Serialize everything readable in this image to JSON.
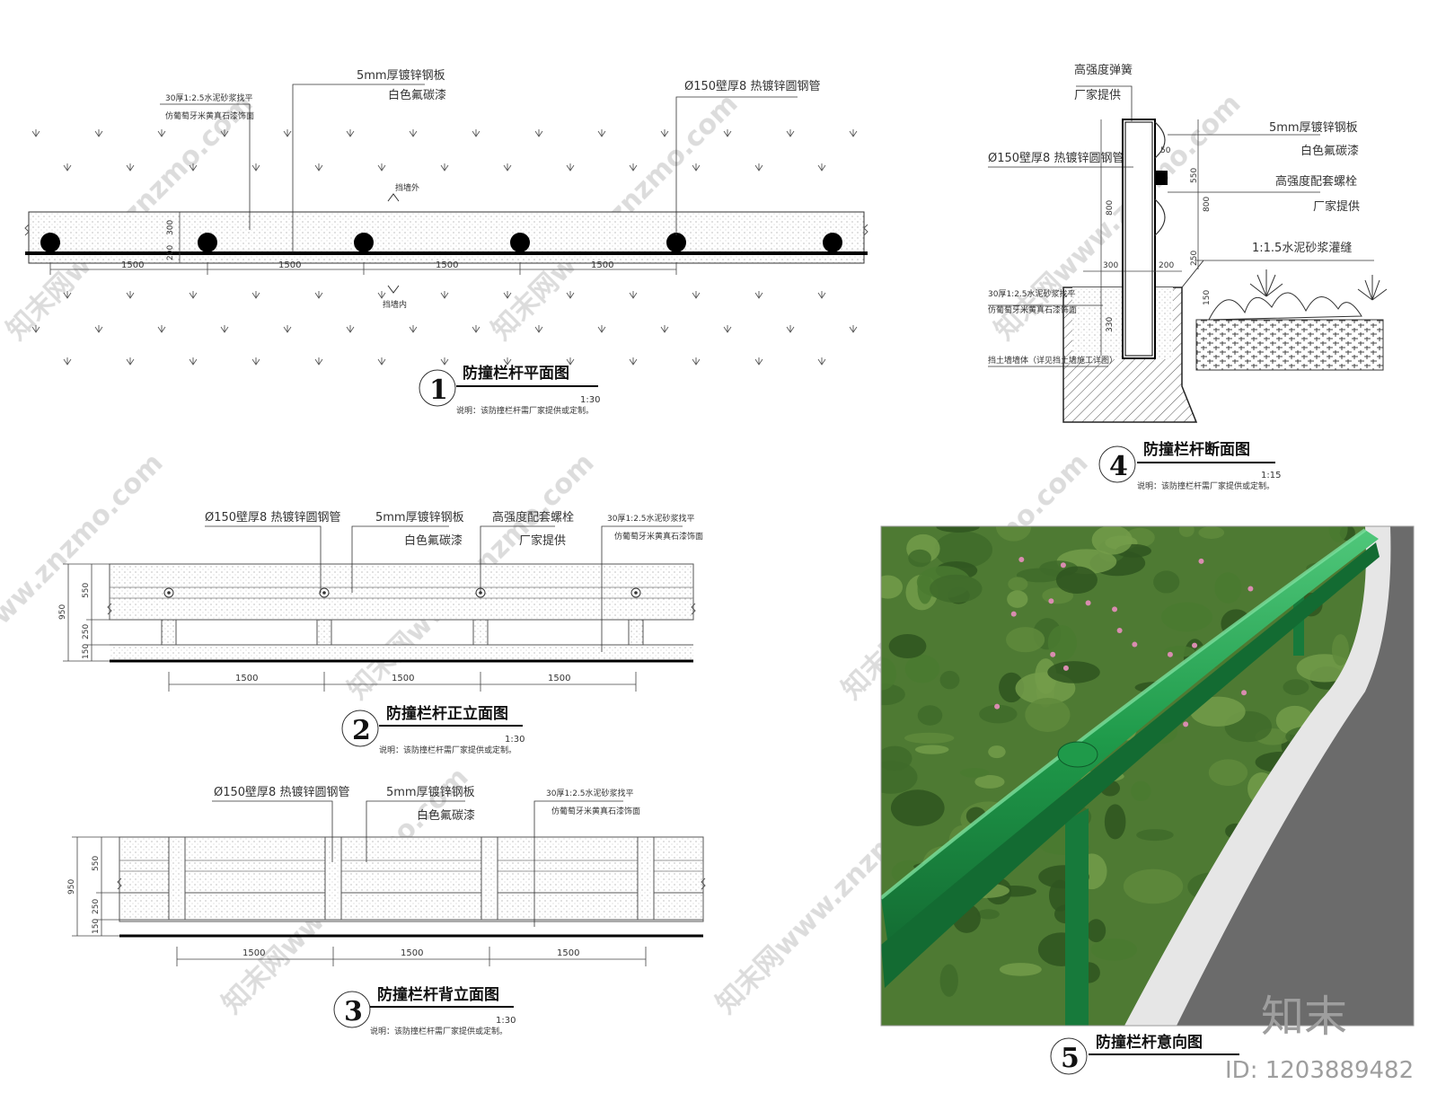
{
  "plan": {
    "callout_rail": "5mm厚镀锌钢板",
    "callout_rail_2": "白色氟碳漆",
    "callout_pipe": "Ø150壁厚8  热镀锌圆钢管",
    "callout_wall_1": "30厚1:2.5水泥砂浆找平",
    "callout_wall_2": "仿葡萄牙米黄真石漆饰面",
    "dim_300": "300",
    "dim_200": "200",
    "spacing": [
      "1500",
      "1500",
      "1500",
      "1500"
    ],
    "label_out": "挡墙外",
    "label_in": "挡墙内",
    "number": "1",
    "title": "防撞栏杆平面图",
    "scale": "1:30",
    "note": "说明：该防撞栏杆需厂家提供或定制。"
  },
  "front": {
    "callout_pipe": "Ø150壁厚8  热镀锌圆钢管",
    "callout_rail": "5mm厚镀锌钢板",
    "callout_rail_2": "白色氟碳漆",
    "callout_bolt": "高强度配套螺栓",
    "callout_bolt_2": "厂家提供",
    "callout_wall_1": "30厚1:2.5水泥砂浆找平",
    "callout_wall_2": "仿葡萄牙米黄真石漆饰面",
    "dims_v": [
      "950",
      "550",
      "250",
      "150"
    ],
    "spacing": [
      "1500",
      "1500",
      "1500"
    ],
    "number": "2",
    "title": "防撞栏杆正立面图",
    "scale": "1:30",
    "note": "说明：该防撞栏杆需厂家提供或定制。"
  },
  "back": {
    "callout_pipe": "Ø150壁厚8  热镀锌圆钢管",
    "callout_rail": "5mm厚镀锌钢板",
    "callout_rail_2": "白色氟碳漆",
    "callout_wall_1": "30厚1:2.5水泥砂浆找平",
    "callout_wall_2": "仿葡萄牙米黄真石漆饰面",
    "dims_v": [
      "950",
      "550",
      "250",
      "150"
    ],
    "spacing": [
      "1500",
      "1500",
      "1500"
    ],
    "number": "3",
    "title": "防撞栏杆背立面图",
    "scale": "1:30",
    "note": "说明：该防撞栏杆需厂家提供或定制。"
  },
  "section": {
    "callout_spring": "高强度弹簧",
    "callout_spring_2": "厂家提供",
    "callout_pipe": "Ø150壁厚8  热镀锌圆钢管",
    "callout_rail": "5mm厚镀锌钢板",
    "callout_rail_2": "白色氟碳漆",
    "callout_bolt": "高强度配套螺栓",
    "callout_bolt_2": "厂家提供",
    "callout_mortar": "1:1.5水泥砂浆灌缝",
    "callout_wall_1": "30厚1:2.5水泥砂浆找平",
    "callout_wall_2": "仿葡萄牙米黄真石漆饰面",
    "callout_retain": "挡土墙墙体（详见挡土墙施工详图）",
    "dims": [
      "50",
      "550",
      "800",
      "800",
      "300",
      "200",
      "250",
      "150",
      "330"
    ],
    "number": "4",
    "title": "防撞栏杆断面图",
    "scale": "1:15",
    "note": "说明：该防撞栏杆需厂家提供或定制。"
  },
  "photo": {
    "number": "5",
    "title": "防撞栏杆意向图",
    "colors": {
      "rail": "#1f9a4a",
      "rail_dark": "#136b32",
      "grass": "#5f8a3c",
      "road": "#6b6b6b",
      "curb": "#e6e6e6"
    }
  },
  "watermark": {
    "text": "知末网www.znzmo.com",
    "brand": "知末",
    "id": "ID: 1203889482"
  }
}
